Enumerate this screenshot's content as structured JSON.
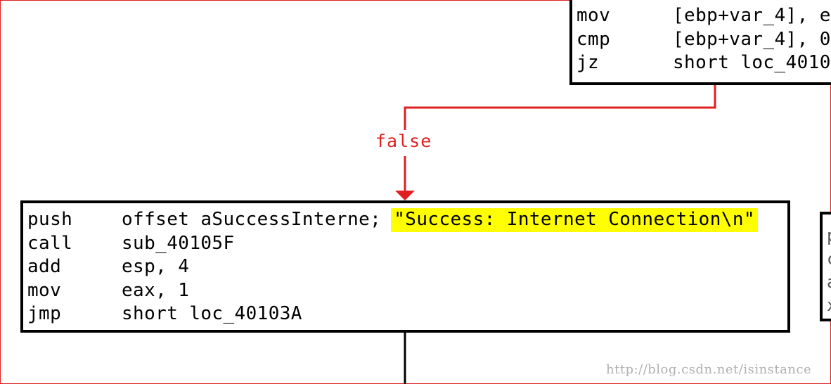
{
  "top_block": {
    "lines": [
      {
        "mnemonic": "mov",
        "operands": "[ebp+var_4], e"
      },
      {
        "mnemonic": "cmp",
        "operands": "[ebp+var_4], 0"
      },
      {
        "mnemonic": "jz",
        "operands": "short loc_4010"
      }
    ]
  },
  "edge": {
    "label": "false",
    "color": "#e02020"
  },
  "main_block": {
    "lines": [
      {
        "mnemonic": "push",
        "operands": "offset aSuccessInterne;",
        "comment": "\"Success: Internet Connection\\n\""
      },
      {
        "mnemonic": "call",
        "operands": "sub_40105F"
      },
      {
        "mnemonic": "add",
        "operands": "esp, 4"
      },
      {
        "mnemonic": "mov",
        "operands": "eax, 1"
      },
      {
        "mnemonic": "jmp",
        "operands": "short loc_40103A"
      }
    ]
  },
  "right_block": {
    "glyphs": [
      "p",
      "c",
      "a",
      "x"
    ]
  },
  "watermark": "http://blog.csdn.net/isinstance",
  "colors": {
    "highlight": "#ffff00",
    "false_edge": "#e02020",
    "border": "#000000"
  }
}
